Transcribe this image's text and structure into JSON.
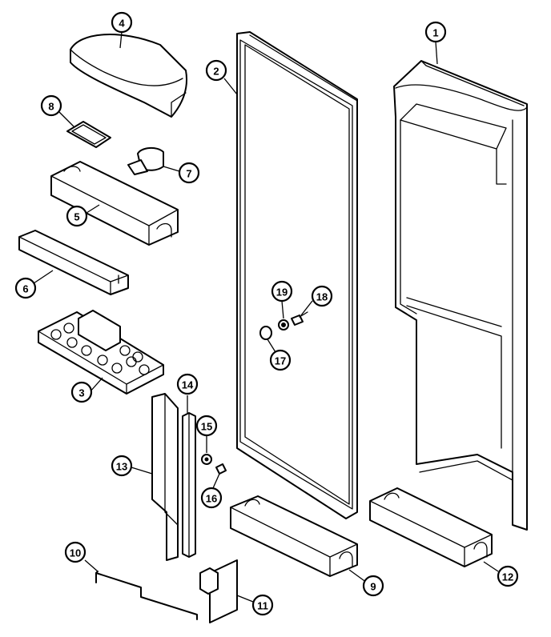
{
  "diagram": {
    "callouts": [
      {
        "id": "1",
        "label": "1",
        "part": "door-liner"
      },
      {
        "id": "2",
        "label": "2",
        "part": "door-gasket"
      },
      {
        "id": "3",
        "label": "3",
        "part": "egg-tray"
      },
      {
        "id": "4",
        "label": "4",
        "part": "dairy-cover"
      },
      {
        "id": "5",
        "label": "5",
        "part": "door-shelf-bin"
      },
      {
        "id": "6",
        "label": "6",
        "part": "shelf-retainer-bar"
      },
      {
        "id": "7",
        "label": "7",
        "part": "hinge-clip"
      },
      {
        "id": "8",
        "label": "8",
        "part": "dairy-door-pad"
      },
      {
        "id": "9",
        "label": "9",
        "part": "lower-door-bin-left"
      },
      {
        "id": "10",
        "label": "10",
        "part": "wire-rod"
      },
      {
        "id": "11",
        "label": "11",
        "part": "bracket-plate"
      },
      {
        "id": "12",
        "label": "12",
        "part": "lower-door-bin-right"
      },
      {
        "id": "13",
        "label": "13",
        "part": "door-trim-channel"
      },
      {
        "id": "14",
        "label": "14",
        "part": "door-trim-strip"
      },
      {
        "id": "15",
        "label": "15",
        "part": "nut"
      },
      {
        "id": "16",
        "label": "16",
        "part": "screw"
      },
      {
        "id": "17",
        "label": "17",
        "part": "plug"
      },
      {
        "id": "18",
        "label": "18",
        "part": "screw-small"
      },
      {
        "id": "19",
        "label": "19",
        "part": "washer"
      }
    ]
  }
}
